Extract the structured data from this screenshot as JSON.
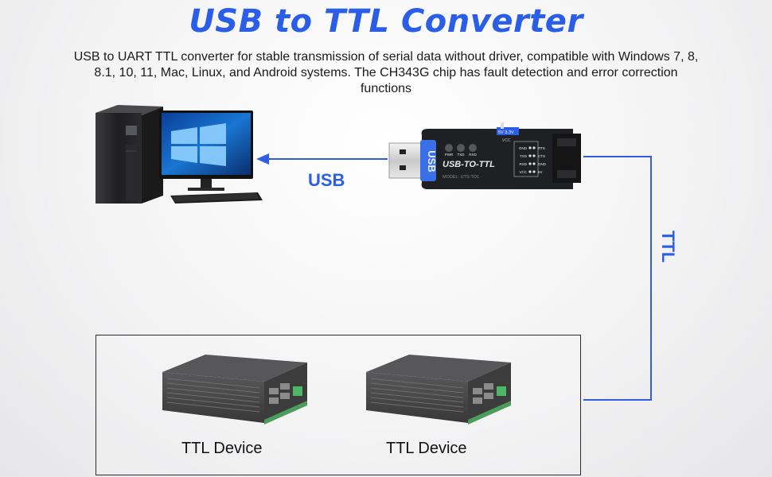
{
  "title": "USB to TTL Converter",
  "subtitle": "USB to UART TTL converter for stable transmission of serial data without driver, compatible with Windows 7, 8, 8.1, 10, 11, Mac, Linux, and Android systems. The CH343G chip has fault detection and error correction functions",
  "labels": {
    "usb": "USB",
    "ttl": "TTL"
  },
  "converter": {
    "name": "USB-TO-TTL",
    "usb_text": "USB",
    "model": "MODEL: UTS-TO1",
    "voltage": "5V  3.3V",
    "vcc": "VCC",
    "leds": [
      "PWR",
      "TXD",
      "RXD"
    ],
    "pins_left": [
      "GND",
      "TXD",
      "RXD",
      "VCC"
    ],
    "pins_right": [
      "RTS",
      "CTS",
      "GND",
      "5V"
    ]
  },
  "devices": [
    {
      "label": "TTL Device"
    },
    {
      "label": "TTL Device"
    }
  ],
  "colors": {
    "accent": "#2a5ee8",
    "line": "#2f5fe0"
  }
}
